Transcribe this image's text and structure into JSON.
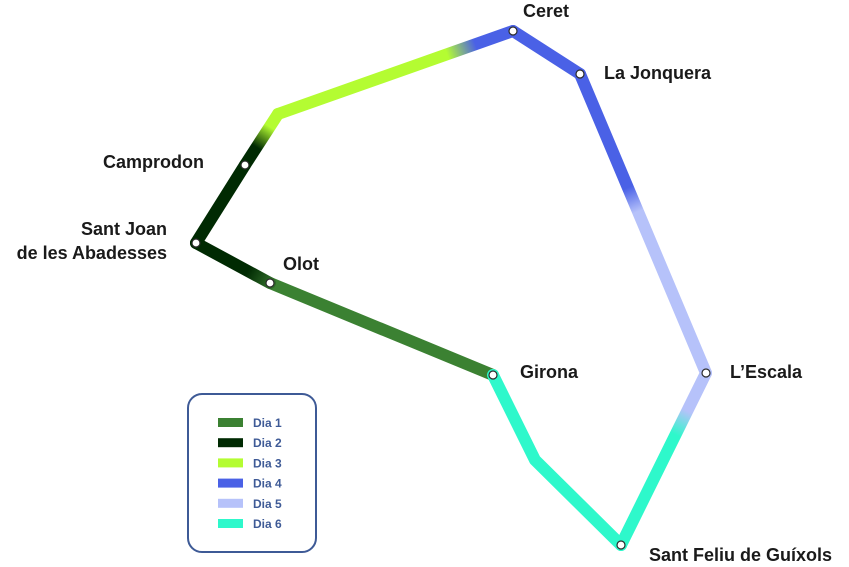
{
  "legend": {
    "items": [
      {
        "label": "Dia 1",
        "color": "#3b8132"
      },
      {
        "label": "Dia 2",
        "color": "#002a02"
      },
      {
        "label": "Dia 3",
        "color": "#b4fc32"
      },
      {
        "label": "Dia 4",
        "color": "#4a61e6"
      },
      {
        "label": "Dia 5",
        "color": "#b6c2fa"
      },
      {
        "label": "Dia 6",
        "color": "#2ef8cb"
      }
    ]
  },
  "cities": {
    "ceret": "Ceret",
    "la_jonquera": "La Jonquera",
    "camprodon": "Camprodon",
    "sant_joan_line1": "Sant Joan",
    "sant_joan_line2": "de les Abadesses",
    "olot": "Olot",
    "girona": "Girona",
    "lescala": "L’Escala",
    "sant_feliu": "Sant Feliu de Guíxols"
  }
}
